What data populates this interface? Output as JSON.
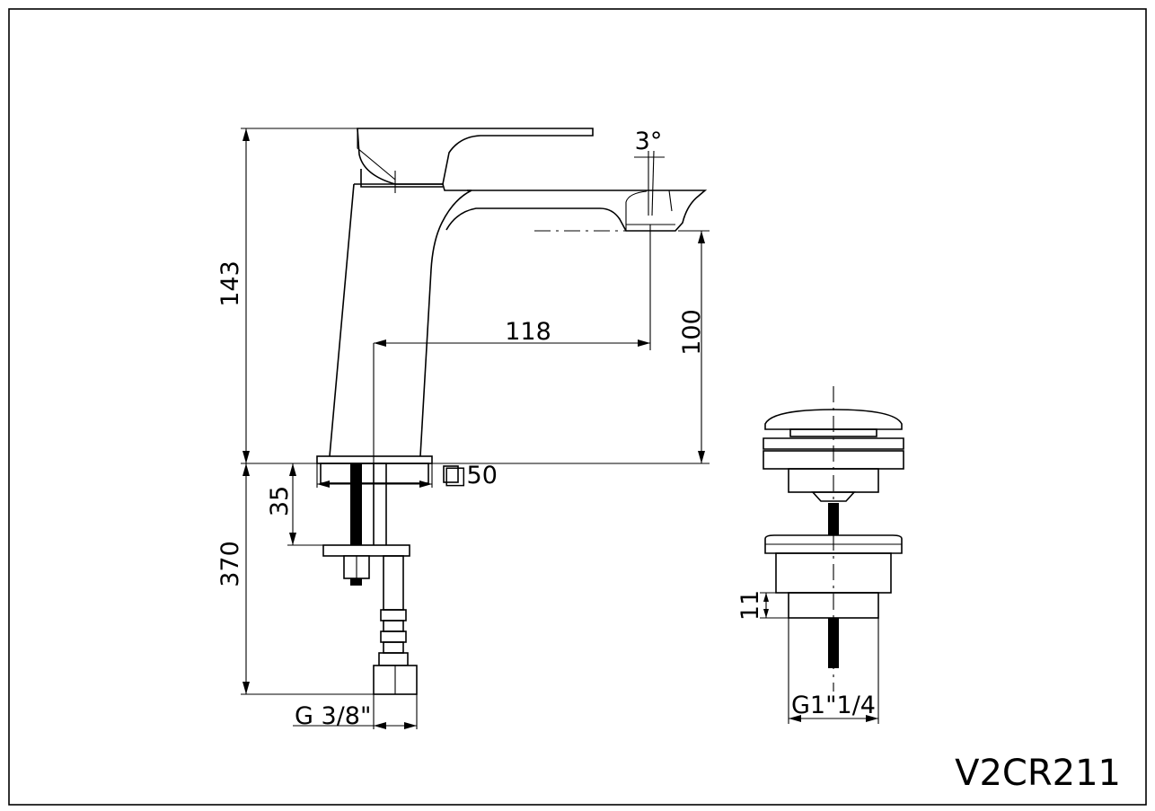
{
  "drawing_code": "V2CR211",
  "dimensions": {
    "height_total": "143",
    "spout_reach": "118",
    "spout_height": "100",
    "spout_angle": "3°",
    "base_size": "□50",
    "thread_length": "35",
    "hose_length": "370",
    "hose_connection": "G 3/8\"",
    "drain_thread": "G1\"1/4",
    "drain_height": "11"
  }
}
